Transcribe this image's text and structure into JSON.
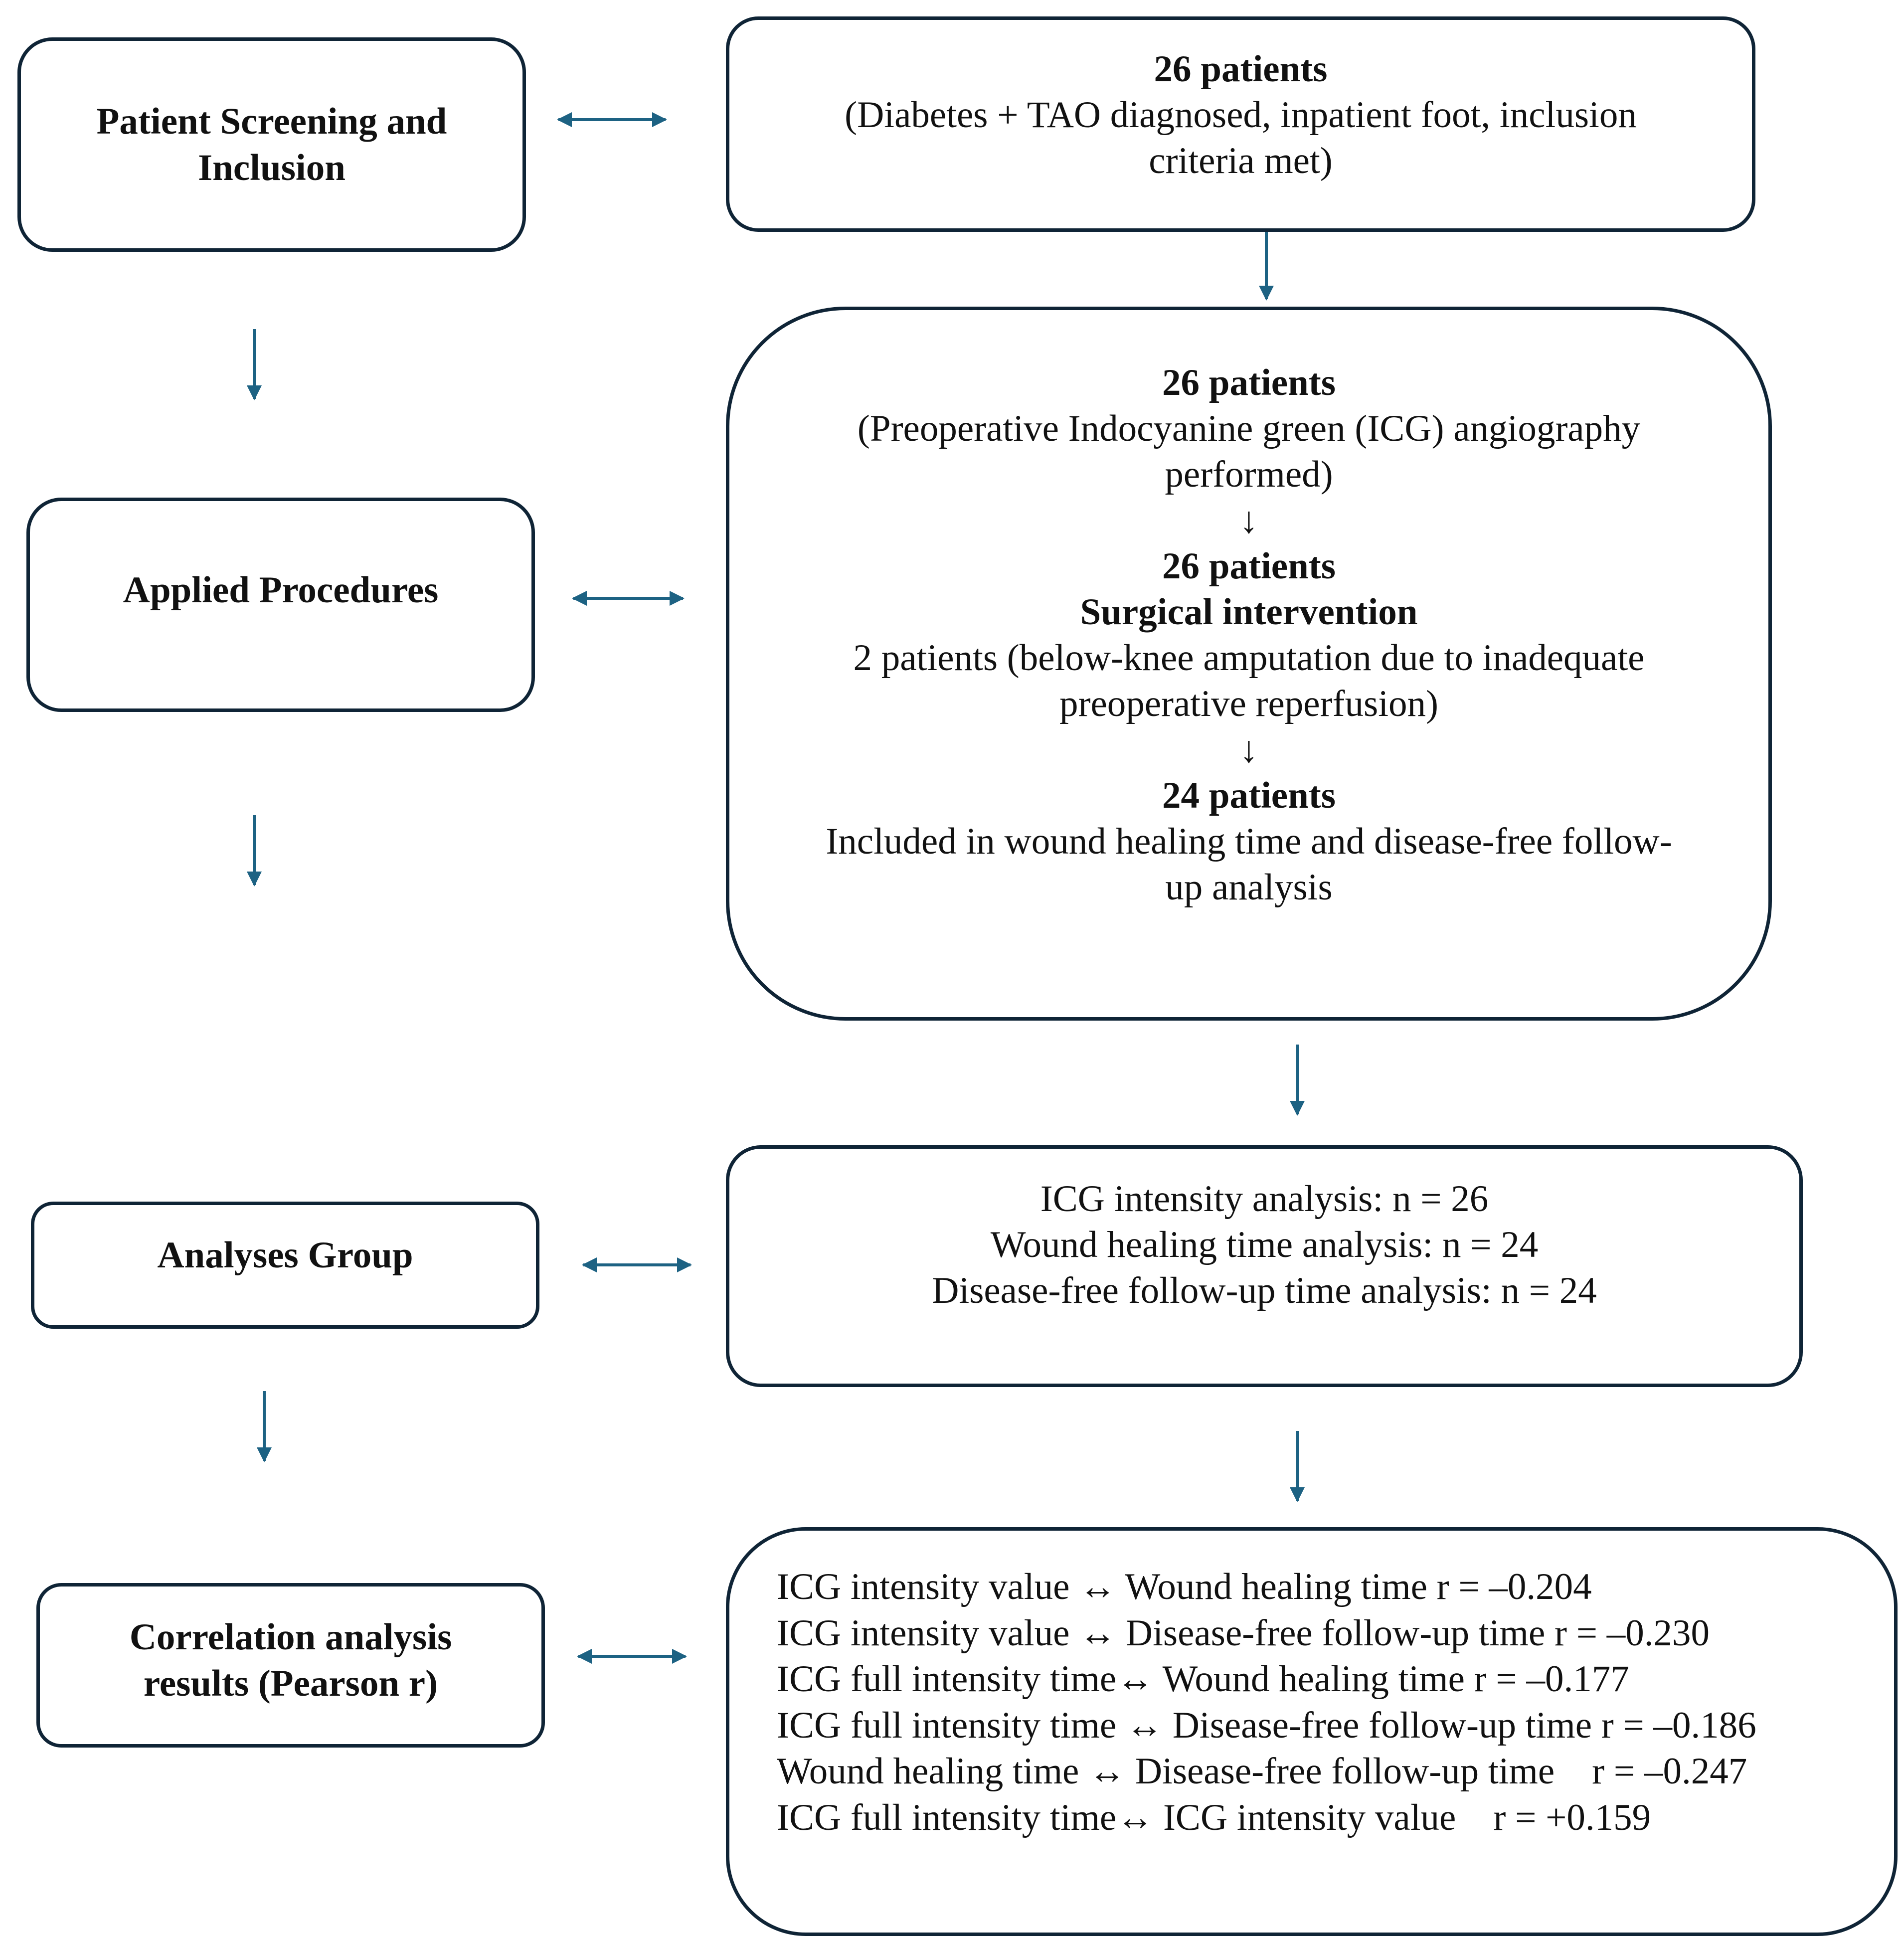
{
  "stages": [
    {
      "label_lines": [
        "Patient Screening and",
        "Inclusion"
      ]
    },
    {
      "label_lines": [
        "Applied Procedures"
      ]
    },
    {
      "label_lines": [
        "Analyses Group"
      ]
    },
    {
      "label_lines": [
        "Correlation analysis",
        "results (Pearson r)"
      ]
    }
  ],
  "screening": {
    "count": "26 patients",
    "detail_lines": [
      "(Diabetes + TAO diagnosed, inpatient foot, inclusion",
      "criteria met)"
    ]
  },
  "procedures": {
    "icg": {
      "count": "26 patients",
      "detail_lines": [
        "(Preoperative Indocyanine green (ICG) angiography",
        "performed)"
      ]
    },
    "step_arrow": "↓",
    "surgery": {
      "count": "26 patients",
      "title": "Surgical intervention",
      "detail_lines": [
        "2 patients (below-knee amputation due to inadequate",
        "preoperative reperfusion)"
      ]
    },
    "included": {
      "count": "24 patients",
      "detail_lines": [
        "Included in wound healing time and disease-free follow-",
        "up analysis"
      ]
    }
  },
  "analyses": {
    "lines": [
      "ICG intensity analysis: n = 26",
      "Wound healing time analysis: n = 24",
      "Disease-free follow-up time analysis: n = 24"
    ]
  },
  "correlations": {
    "lines": [
      "ICG intensity value ↔ Wound healing time r = –0.204",
      "ICG intensity value ↔ Disease-free follow-up time r = –0.230",
      "ICG full intensity time↔ Wound healing time r = –0.177",
      "ICG full intensity time ↔ Disease-free follow-up time r = –0.186",
      "Wound healing time ↔ Disease-free follow-up time    r = –0.247",
      "ICG full intensity time↔ ICG intensity value    r = +0.159"
    ]
  },
  "colors": {
    "arrow": "#1d6283",
    "border": "#0f2436",
    "text": "#111111"
  }
}
